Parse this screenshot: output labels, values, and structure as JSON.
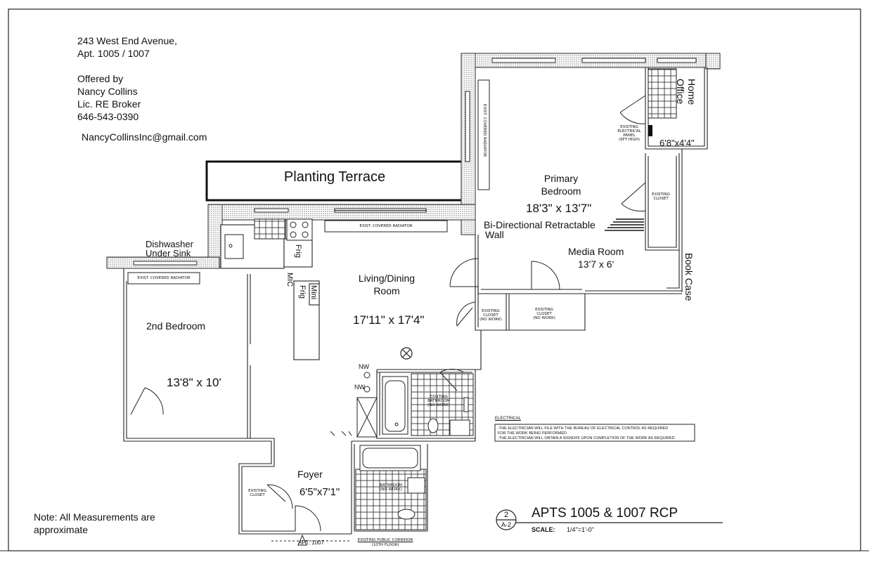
{
  "header": {
    "address_line1": "243 West End Avenue,",
    "address_line2": "Apt. 1005 / 1007",
    "offered_by": "Offered by",
    "broker_name": "Nancy Collins",
    "broker_title": "Lic. RE Broker",
    "phone": "646-543-0390",
    "email": "NancyCollinsInc@gmail.com"
  },
  "rooms": {
    "planting_terrace": "Planting Terrace",
    "primary_bedroom": {
      "name_line1": "Primary",
      "name_line2": "Bedroom",
      "dims": "18'3\" x 13'7\""
    },
    "home_office": {
      "name_line1": "Home",
      "name_line2": "Office",
      "dims": "6'8\"x4'4\""
    },
    "media_room": {
      "name": "Media Room",
      "dims": "13'7 x 6'"
    },
    "living_dining": {
      "name_line1": "Living/Dining",
      "name_line2": "Room",
      "dims": "17'11\" x 17'4\""
    },
    "second_bedroom": {
      "name": "2nd Bedroom",
      "dims": "13'8\" x 10'"
    },
    "foyer": {
      "name": "Foyer",
      "dims": "6'5\"x7'1\""
    }
  },
  "fixtures": {
    "dishwasher_line1": "Dishwasher",
    "dishwasher_line2": "Under Sink",
    "frig": "Frig",
    "mini_frig_line1": "Mini",
    "mini_frig_line2": "Frig",
    "mic": "MIC",
    "retractable_wall_line1": "Bi-Directional Retractable",
    "retractable_wall_line2": "Wall",
    "book_case": "Book Case",
    "nw1": "NW",
    "nw2": "NW",
    "radiator_kitchen": "EXIST. COVERED RADIATOR",
    "radiator_bedroom2": "EXIST. COVERED RADIATOR",
    "radiator_vertical": "EXIST. COVERED RADIATOR",
    "existing_closet": "EXISTING",
    "closet_word": "CLOSET",
    "no_work": "(NO WORK)",
    "existing_bathroom": "EXISTING",
    "bathroom_word": "BATHROOM",
    "bathroom_label": "BATHROOM",
    "electrical_panel_line1": "EXISTING",
    "electrical_panel_line2": "ELECTRICAL",
    "electrical_panel_line3": "PANEL",
    "electrical_panel_line4": "(6FT HIGH)",
    "public_corridor_line1": "EXISTING PUBLIC CORRIDOR",
    "public_corridor_line2": "(10TH FLOOR)",
    "apt_label": "APT. 1007"
  },
  "notes": {
    "electrical_title": "ELECTRICAL",
    "electrical_line1": "-THE ELECTRICIAN WILL FILE WITH THE BUREAU OF ELECTRICAL CONTROL AS REQUIRED",
    "electrical_line2": "FOR THE WORK BEING PERFORMED",
    "electrical_line3": "-THE ELECTRICIAN WILL OBTAIN A SIGNOFF UPON COMPLETION OF THE WORK AS REQUIRED",
    "measurements_line1": "Note: All Measurements are",
    "measurements_line2": "approximate"
  },
  "title_block": {
    "drawing_number": "2",
    "sheet_number": "A-2",
    "title": "APTS 1005 & 1007 RCP",
    "scale_label": "SCALE:",
    "scale_value": "1/4\"=1'-0\""
  }
}
